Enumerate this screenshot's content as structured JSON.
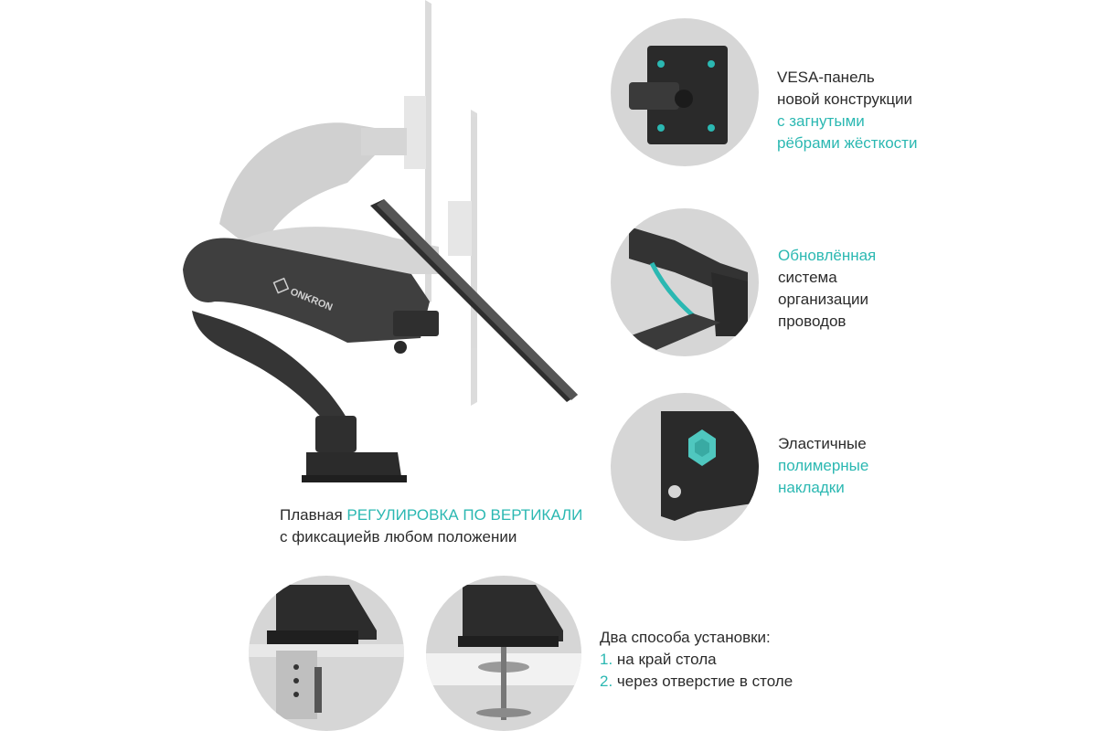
{
  "brand": "ONKRON",
  "features": [
    {
      "lines": [
        {
          "text": "VESA-панель",
          "accent": false
        },
        {
          "text": "новой конструкции",
          "accent": false
        },
        {
          "text": "с загнутыми",
          "accent": true
        },
        {
          "text": "рёбрами жёсткости",
          "accent": true
        }
      ]
    },
    {
      "lines": [
        {
          "text": "Обновлённая",
          "accent": true
        },
        {
          "text": "система",
          "accent": false
        },
        {
          "text": "организации",
          "accent": false
        },
        {
          "text": "проводов",
          "accent": false
        }
      ]
    },
    {
      "lines": [
        {
          "text": "Эластичные",
          "accent": false
        },
        {
          "text": "полимерные",
          "accent": true
        },
        {
          "text": "накладки",
          "accent": true
        }
      ]
    }
  ],
  "caption": {
    "line1_prefix": "Плавная ",
    "line1_accent": "РЕГУЛИРОВКА ПО ВЕРТИКАЛИ",
    "line2": "с фиксациейв любом положении"
  },
  "install": {
    "title": "Два способа установки:",
    "items": [
      {
        "num": "1.",
        "text": "на край стола"
      },
      {
        "num": "2.",
        "text": "через отверстие в столе"
      }
    ]
  },
  "colors": {
    "accent": "#2bb8b2",
    "arm": "#3a3a3a",
    "circle_bg": "#d6d6d6"
  },
  "icons": [
    "monitor-arm-image",
    "vesa-plate-image",
    "cable-channel-image",
    "elastic-pad-image",
    "clamp-mount-image",
    "grommet-mount-image"
  ]
}
